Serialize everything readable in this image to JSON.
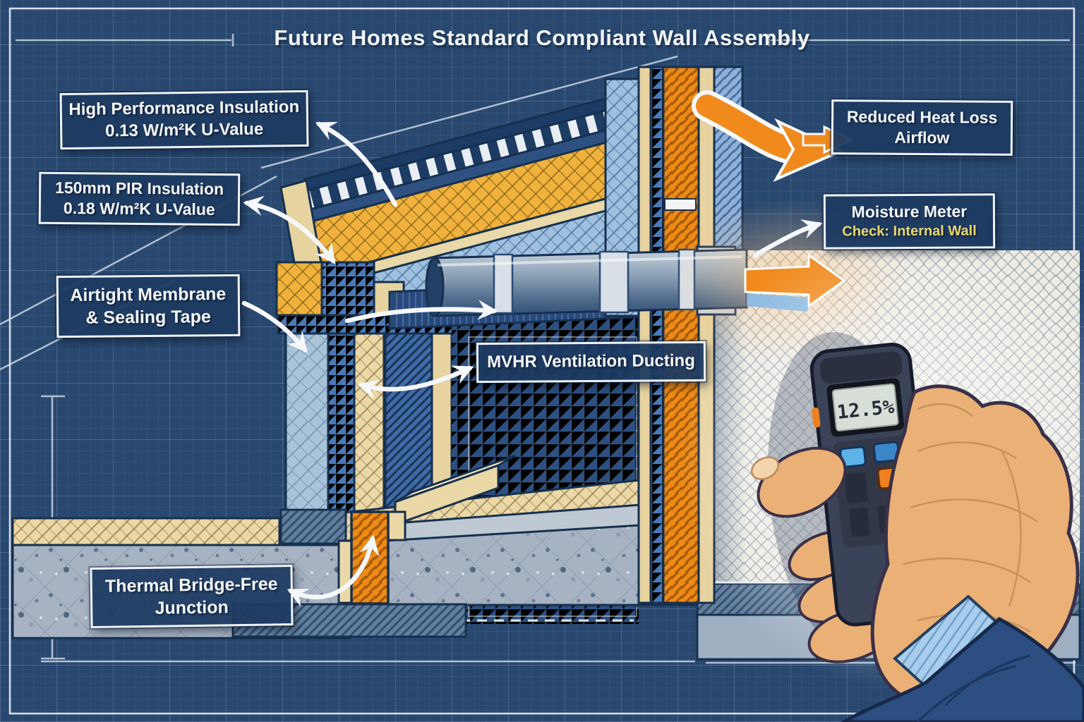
{
  "title": "Future Homes Standard Compliant Wall Assembly",
  "labels": {
    "high_performance_insulation": {
      "line1": "High Performance Insulation",
      "line2": "0.13 W/m²K U-Value"
    },
    "pir_insulation": {
      "line1": "150mm PIR Insulation",
      "line2": "0.18 W/m²K U-Value"
    },
    "airtight_membrane": {
      "line1": "Airtight Membrane",
      "line2": "& Sealing Tape"
    },
    "mvhr_ducting": {
      "line1": "MVHR Ventilation Ducting"
    },
    "thermal_bridge": {
      "line1": "Thermal Bridge-Free",
      "line2": "Junction"
    },
    "reduced_heat_loss": {
      "line1": "Reduced Heat Loss",
      "line2": "Airflow"
    },
    "moisture_meter": {
      "line1": "Moisture Meter",
      "line2": "Check: Internal Wall"
    }
  },
  "meter": {
    "display_reading": "12.5%"
  },
  "colors": {
    "blueprint_background": "#29486f",
    "label_background": "#1e3a62",
    "label_border": "#eef2f7",
    "label_text": "#f4f6fa",
    "highlight_yellow": "#ead76e",
    "accent_orange": "#f08a1d",
    "insulation_yellow": "#f0b23c",
    "insulation_blue": "#9fc0de",
    "timber_tan": "#ecd8a6",
    "membrane_blue": "#a9c3d8",
    "render_mesh_white": "#eceae3",
    "concrete_gray": "#a7b3c2",
    "skin_tone": "#eab076",
    "sleeve_navy": "#2c4e80",
    "lcd_screen": "#d7dfd9"
  }
}
